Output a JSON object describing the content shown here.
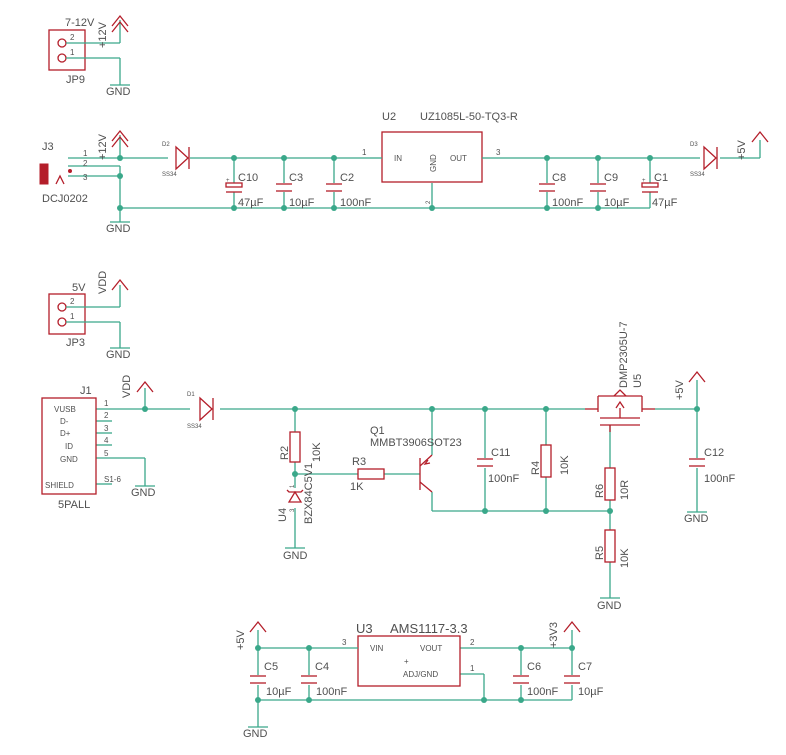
{
  "power_in": {
    "jp9_name": "JP9",
    "jp9_value": "7-12V",
    "pin1": "1",
    "pin2": "2",
    "net_12v": "+12V",
    "gnd": "GND"
  },
  "reg12": {
    "j3_name": "J3",
    "j3_value": "DCJ0202",
    "j3_pins": [
      "1",
      "2",
      "3"
    ],
    "d2_name": "D2",
    "d2_value": "SS34",
    "c10_name": "C10",
    "c10_value": "47µF",
    "c3_name": "C3",
    "c3_value": "10µF",
    "c2_name": "C2",
    "c2_value": "100nF",
    "u2_name": "U2",
    "u2_value": "UZ1085L-50-TQ3-R",
    "u2_in": "IN",
    "u2_gnd": "GND",
    "u2_out": "OUT",
    "u2_pin1": "1",
    "u2_pin2": "2",
    "u2_pin3": "3",
    "c8_name": "C8",
    "c8_value": "100nF",
    "c9_name": "C9",
    "c9_value": "10µF",
    "c1_name": "C1",
    "c1_value": "47µF",
    "d3_name": "D3",
    "d3_value": "SS34",
    "net_5v": "+5V",
    "net_12v": "+12V",
    "gnd": "GND"
  },
  "jp3": {
    "name": "JP3",
    "value": "5V",
    "pin1": "1",
    "pin2": "2",
    "net_vdd": "VDD",
    "gnd": "GND"
  },
  "usb": {
    "j1_name": "J1",
    "j1_value": "5PALL",
    "pins": [
      {
        "label": "VUSB",
        "num": "1"
      },
      {
        "label": "D-",
        "num": "2"
      },
      {
        "label": "D+",
        "num": "3"
      },
      {
        "label": "ID",
        "num": "4"
      },
      {
        "label": "GND",
        "num": "5"
      }
    ],
    "shield": "SHIELD",
    "shield_pins": "S1-6",
    "net_vdd": "VDD",
    "gnd": "GND",
    "d1_name": "D1",
    "d1_value": "SS34",
    "r2_name": "R2",
    "r2_value": "10K",
    "u4_name": "U4",
    "u4_value": "BZX84C5V1",
    "u4_pin1": "1",
    "u4_pin3": "3",
    "r3_name": "R3",
    "r3_value": "1K",
    "q1_name": "Q1",
    "q1_value": "MMBT3906SOT23",
    "c11_name": "C11",
    "c11_value": "100nF",
    "r4_name": "R4",
    "r4_value": "10K",
    "u5_name": "U5",
    "u5_value": "DMP2305U-7",
    "r6_name": "R6",
    "r6_value": "10R",
    "r5_name": "R5",
    "r5_value": "10K",
    "c12_name": "C12",
    "c12_value": "100nF",
    "net_5v": "+5V"
  },
  "reg33": {
    "u3_name": "U3",
    "u3_value": "AMS1117-3.3",
    "vin": "VIN",
    "vout": "VOUT",
    "adj": "ADJ/GND",
    "pin1": "1",
    "pin2": "2",
    "pin3": "3",
    "c5_name": "C5",
    "c5_value": "10µF",
    "c4_name": "C4",
    "c4_value": "100nF",
    "c6_name": "C6",
    "c6_value": "100nF",
    "c7_name": "C7",
    "c7_value": "10µF",
    "net_5v": "+5V",
    "net_3v3": "+3V3",
    "gnd": "GND"
  }
}
